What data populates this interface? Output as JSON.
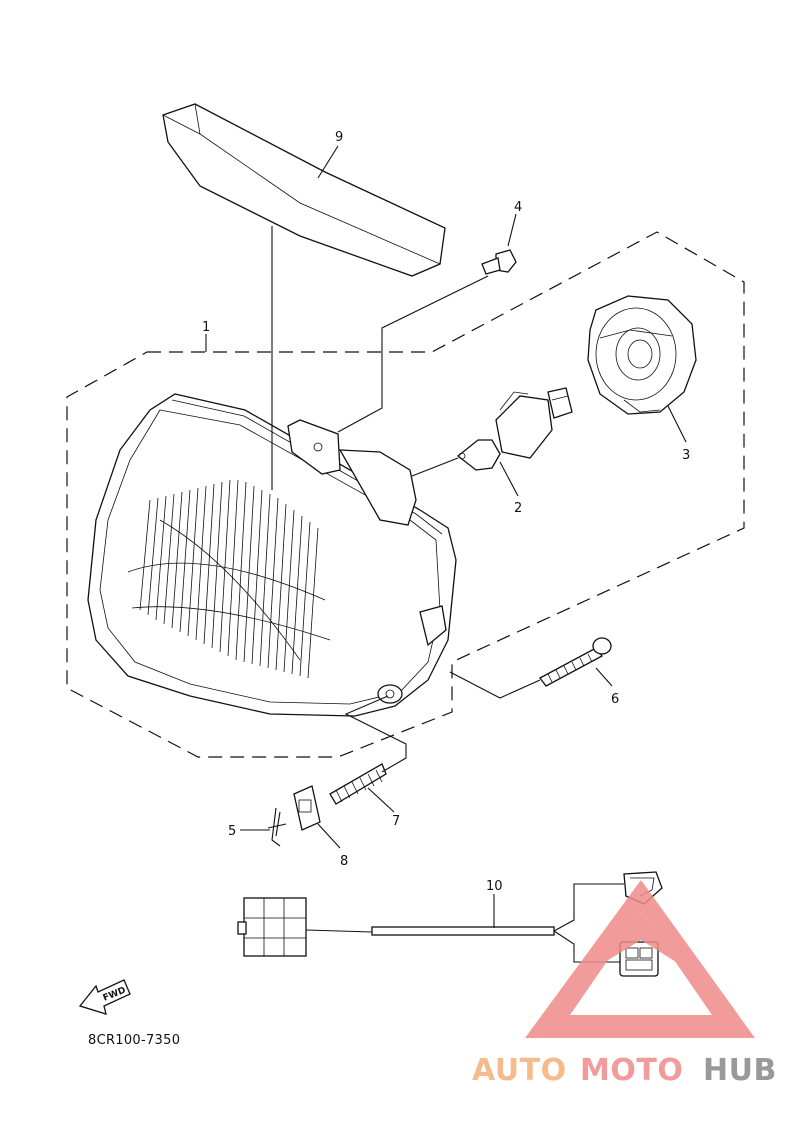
{
  "diagram": {
    "callouts": [
      {
        "id": "callout-1",
        "text": "1"
      },
      {
        "id": "callout-2",
        "text": "2"
      },
      {
        "id": "callout-3",
        "text": "3"
      },
      {
        "id": "callout-4",
        "text": "4"
      },
      {
        "id": "callout-5",
        "text": "5"
      },
      {
        "id": "callout-6",
        "text": "6"
      },
      {
        "id": "callout-7",
        "text": "7"
      },
      {
        "id": "callout-8",
        "text": "8"
      },
      {
        "id": "callout-9",
        "text": "9"
      },
      {
        "id": "callout-10",
        "text": "10"
      }
    ],
    "direction_arrow_label": "FWD",
    "diagram_code": "8CR100-7350"
  },
  "watermark": {
    "part_auto": "AUTO",
    "part_moto": "MOTO",
    "part_hub": "HUB",
    "colors": {
      "triangle": "#f08a8a",
      "auto": "#f5b07a",
      "moto": "#f08a8a",
      "hub": "#888888"
    }
  }
}
